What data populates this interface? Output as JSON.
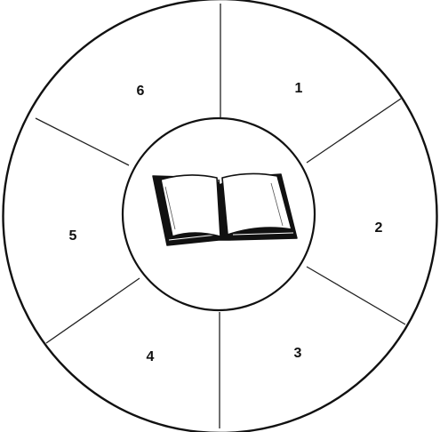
{
  "diagram": {
    "segments": [
      {
        "label": "1"
      },
      {
        "label": "2"
      },
      {
        "label": "3"
      },
      {
        "label": "4"
      },
      {
        "label": "5"
      },
      {
        "label": "6"
      }
    ],
    "center_icon": "open-book-icon",
    "colors": {
      "stroke": "#111111",
      "background": "#ffffff"
    }
  }
}
